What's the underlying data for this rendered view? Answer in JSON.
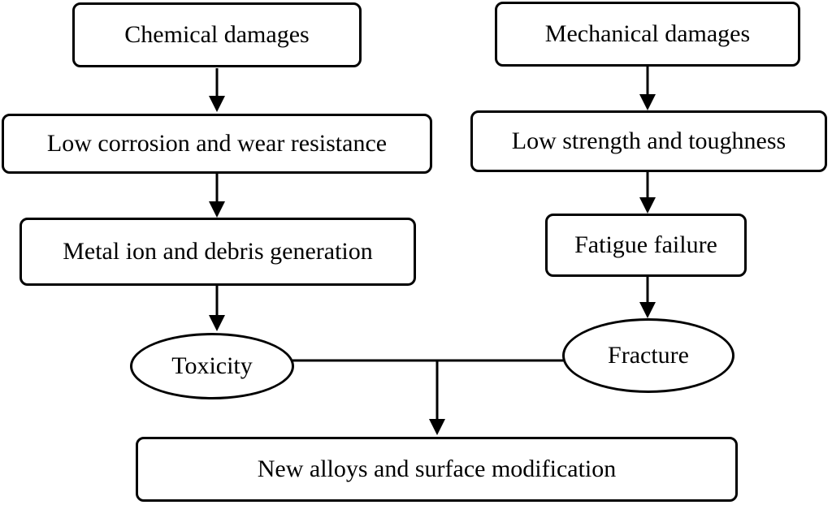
{
  "diagram": {
    "nodes": {
      "chemical_damages": "Chemical damages",
      "mechanical_damages": "Mechanical damages",
      "low_corrosion": "Low corrosion and wear resistance",
      "low_strength": "Low strength and toughness",
      "metal_ion": "Metal ion and debris generation",
      "fatigue_failure": "Fatigue failure",
      "toxicity": "Toxicity",
      "fracture": "Fracture",
      "new_alloys": "New alloys and surface modification"
    },
    "edges": [
      {
        "from": "chemical_damages",
        "to": "low_corrosion"
      },
      {
        "from": "low_corrosion",
        "to": "metal_ion"
      },
      {
        "from": "metal_ion",
        "to": "toxicity"
      },
      {
        "from": "mechanical_damages",
        "to": "low_strength"
      },
      {
        "from": "low_strength",
        "to": "fatigue_failure"
      },
      {
        "from": "fatigue_failure",
        "to": "fracture"
      },
      {
        "from": "toxicity",
        "to": "new_alloys"
      },
      {
        "from": "fracture",
        "to": "new_alloys"
      }
    ],
    "colors": {
      "stroke": "#000000",
      "fill": "#ffffff",
      "text": "#000000"
    }
  }
}
